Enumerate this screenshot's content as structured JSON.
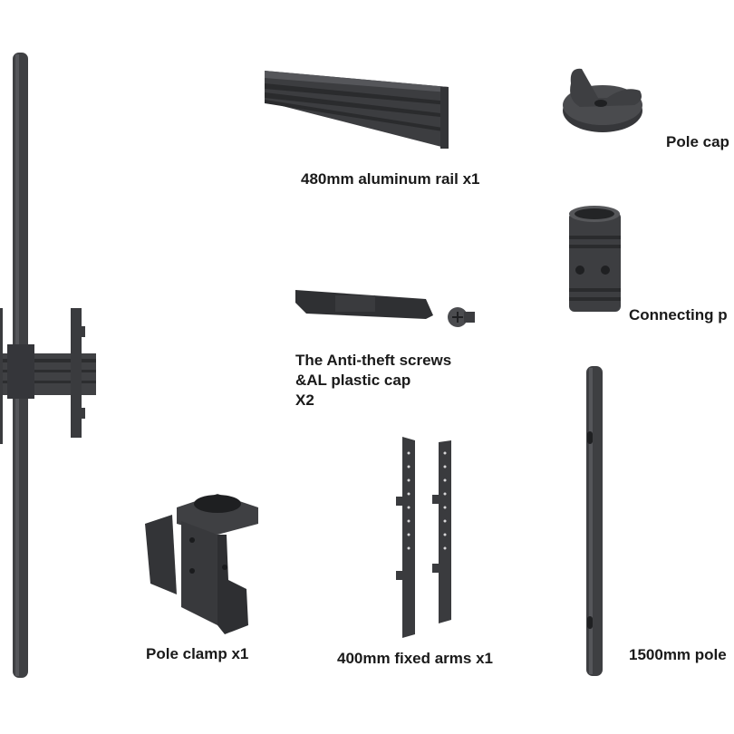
{
  "captions": {
    "rail": "480mm aluminum rail x1",
    "pole_cap": "Pole cap",
    "connecting": "Connecting p",
    "antitheft_line1": "The Anti-theft screws",
    "antitheft_line2": "&AL plastic cap",
    "antitheft_line3": "X2",
    "pole_clamp": "Pole clamp x1",
    "fixed_arms": "400mm fixed arms x1",
    "pole_1500": "1500mm pole"
  },
  "colors": {
    "metal_dark": "#3a3b3d",
    "metal_mid": "#4a4b4e",
    "metal_light": "#5c5d60",
    "background": "#ffffff"
  }
}
